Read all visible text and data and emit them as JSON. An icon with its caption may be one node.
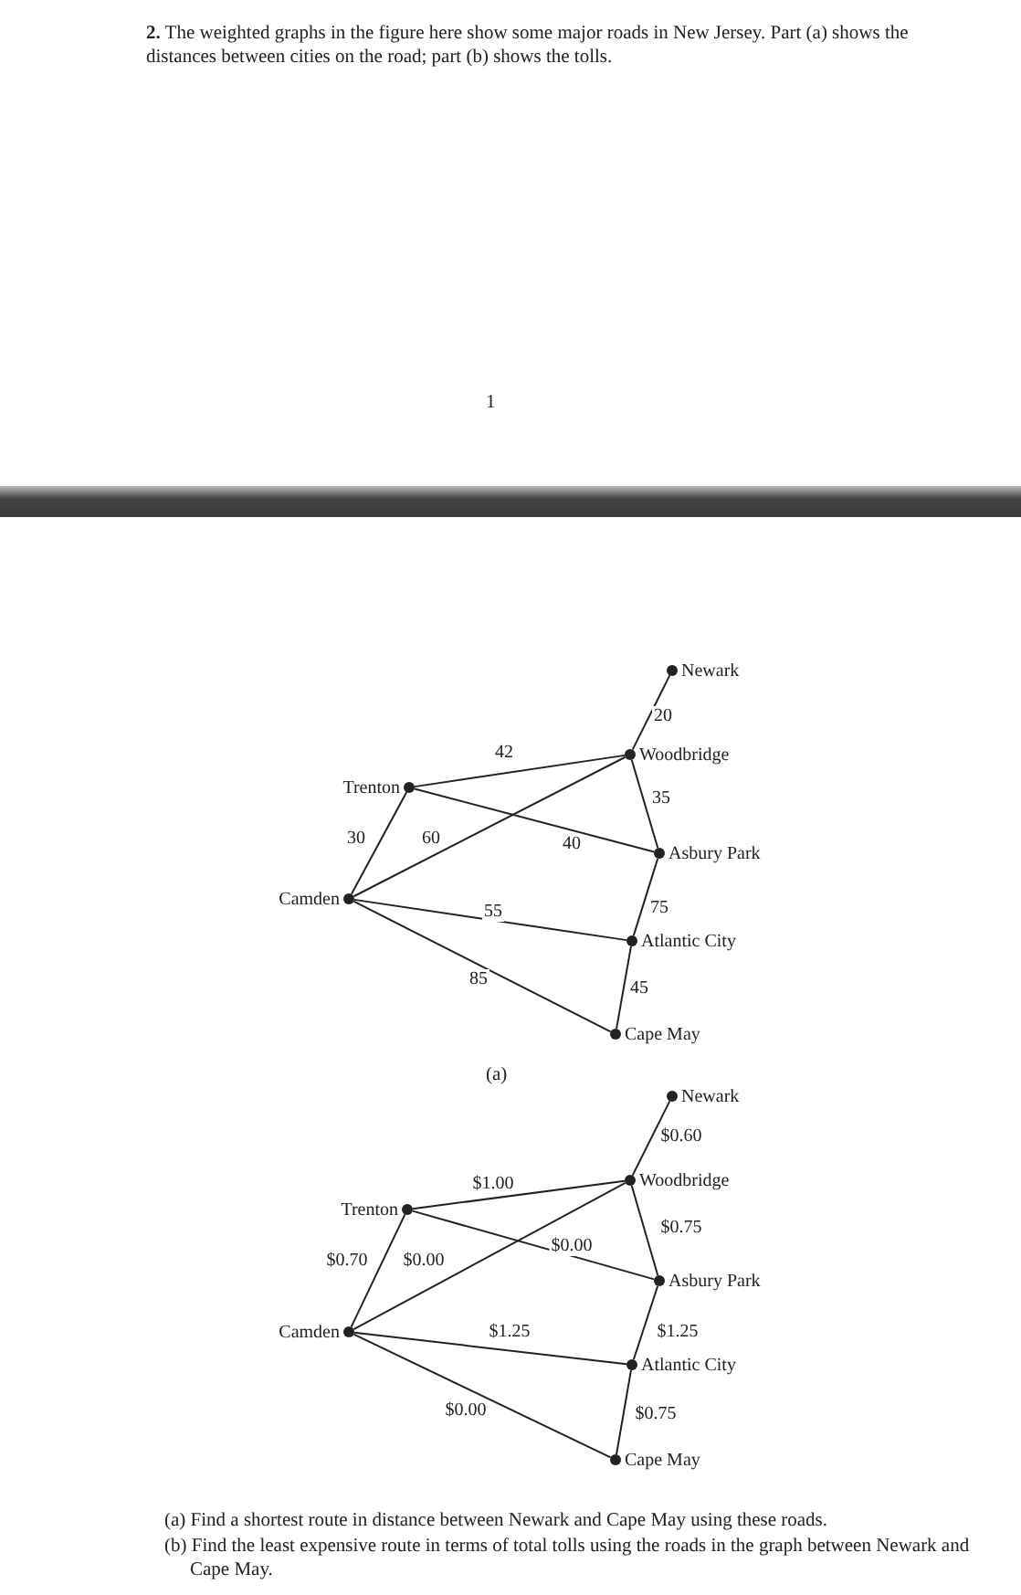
{
  "diagram": {
    "nodes": [
      {
        "text": [
          "Newark"
        ]
      },
      {
        "text": [
          "Woodbridge"
        ]
      },
      {
        "text": [
          "Trenton"
        ]
      },
      {
        "text": [
          "Asbury Park"
        ]
      },
      {
        "text": [
          "Camden"
        ]
      },
      {
        "text": [
          "Atlantic City"
        ]
      },
      {
        "text": [
          "Cape May"
        ]
      },
      {
        "text": [
          "Newark"
        ]
      },
      {
        "text": [
          "Woodbridge"
        ]
      },
      {
        "text": [
          "Trenton"
        ]
      },
      {
        "text": [
          "Asbury Park"
        ]
      },
      {
        "text": [
          "Camden"
        ]
      },
      {
        "text": [
          "Atlantic City"
        ]
      },
      {
        "text": [
          "Cape May"
        ]
      }
    ],
    "edges": [
      {
        "from": 0,
        "to": 1,
        "arrow": "none",
        "label": "20"
      },
      {
        "from": 2,
        "to": 1,
        "arrow": "none",
        "label": "42"
      },
      {
        "from": 1,
        "to": 3,
        "arrow": "none",
        "label": "35"
      },
      {
        "from": 2,
        "to": 3,
        "arrow": "none",
        "label": "40"
      },
      {
        "from": 4,
        "to": 2,
        "arrow": "none",
        "label": "30"
      },
      {
        "from": 4,
        "to": 1,
        "arrow": "none",
        "label": "60"
      },
      {
        "from": 4,
        "to": 5,
        "arrow": "none",
        "label": "55"
      },
      {
        "from": 4,
        "to": 6,
        "arrow": "none",
        "label": "85"
      },
      {
        "from": 3,
        "to": 5,
        "arrow": "none",
        "label": "75"
      },
      {
        "from": 5,
        "to": 6,
        "arrow": "none",
        "label": "45"
      },
      {
        "from": 7,
        "to": 8,
        "arrow": "none",
        "label": "$0.60"
      },
      {
        "from": 9,
        "to": 8,
        "arrow": "none",
        "label": "$1.00"
      },
      {
        "from": 8,
        "to": 10,
        "arrow": "none",
        "label": "$0.75"
      },
      {
        "from": 9,
        "to": 10,
        "arrow": "none",
        "label": "$0.00"
      },
      {
        "from": 11,
        "to": 9,
        "arrow": "none",
        "label": "$0.70"
      },
      {
        "from": 11,
        "to": 8,
        "arrow": "none",
        "label": "$0.00"
      },
      {
        "from": 11,
        "to": 12,
        "arrow": "none",
        "label": "$1.25"
      },
      {
        "from": 11,
        "to": 13,
        "arrow": "none",
        "label": "$0.00"
      },
      {
        "from": 10,
        "to": 12,
        "arrow": "none",
        "label": "$1.25"
      },
      {
        "from": 12,
        "to": 13,
        "arrow": "none",
        "label": "$0.75"
      }
    ],
    "labels": [
      "**2.** The weighted graphs in the figure here show some major roads in New Jersey. Part (a) shows the distances between cities on the road; part (b) shows the tolls.",
      "1",
      "(a)",
      "(a) Find a shortest route in distance between Newark and Cape May using these roads.",
      "(b) Find the least expensive route in terms of total tolls using the roads in the graph between Newark and Cape May."
    ]
  }
}
